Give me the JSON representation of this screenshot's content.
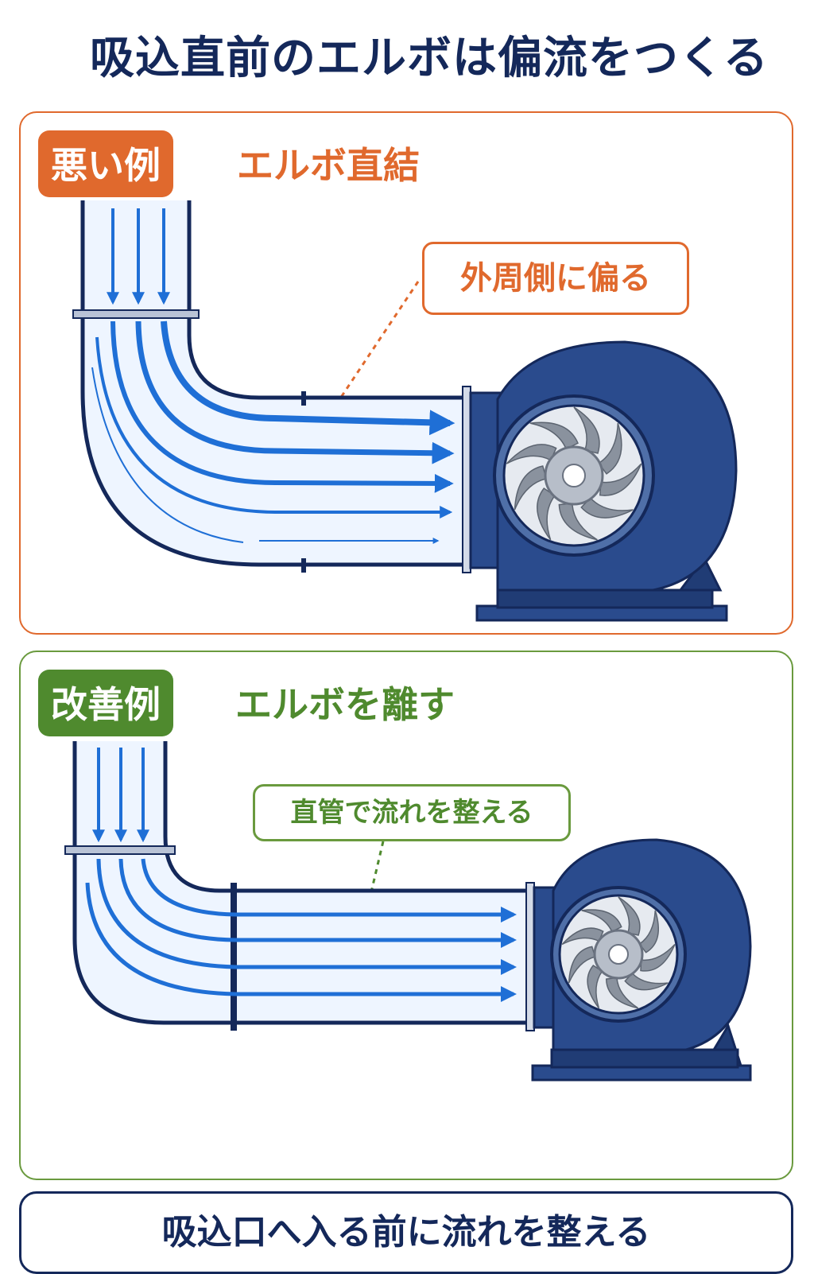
{
  "title": "吸込直前のエルボは偏流をつくる",
  "bad_example": {
    "badge": "悪い例",
    "heading": "エルボ直結",
    "callout": "外周側に偏る"
  },
  "good_example": {
    "badge": "改善例",
    "heading": "エルボを離す",
    "callout": "直管で流れを整える"
  },
  "footer": "吸込口へ入る前に流れを整える",
  "colors": {
    "bad_accent": "#e0692d",
    "good_accent": "#4f8a2e",
    "navy": "#14285a",
    "fan_blue": "#2a4b8d",
    "flow_blue": "#1f6fd6"
  },
  "icons": [
    "blower-fan-icon",
    "impeller-icon",
    "flow-arrow-icon"
  ]
}
